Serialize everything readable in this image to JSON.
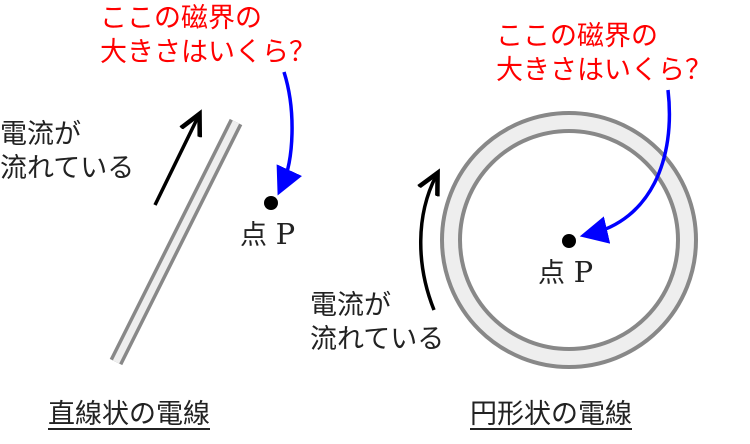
{
  "colors": {
    "question": "#ff0000",
    "pointer_arrow": "#0000ff",
    "wire": "#888888",
    "wire_fill": "#eeeeee",
    "current_arrow": "#000000"
  },
  "straight": {
    "question": [
      "ここの磁界の",
      "大きさはいくら？"
    ],
    "current": [
      "電流が",
      "流れている"
    ],
    "point_label": "点",
    "point_letter": "P",
    "caption": "直線状の電線"
  },
  "circular": {
    "question": [
      "ここの磁界の",
      "大きさはいくら？"
    ],
    "current": [
      "電流が",
      "流れている"
    ],
    "point_label": "点",
    "point_letter": "P",
    "caption": "円形状の電線"
  }
}
